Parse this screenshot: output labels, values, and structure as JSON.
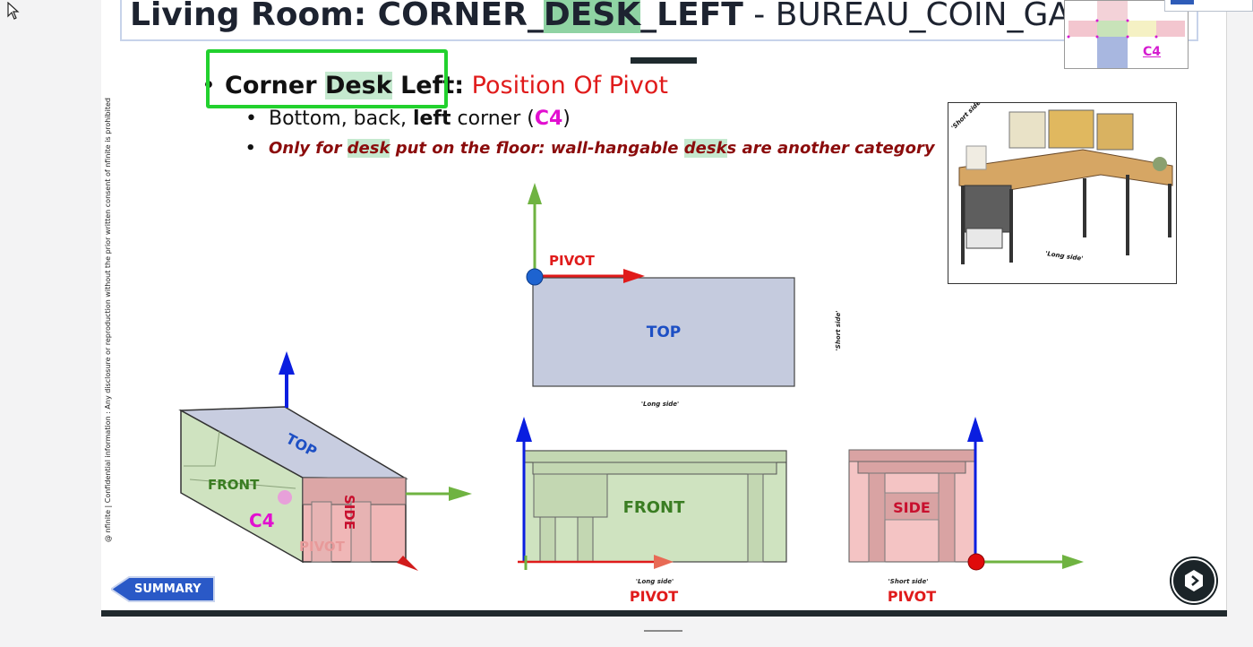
{
  "title": {
    "prefix": "Living Room: CORNER_",
    "highlight": "DESK",
    "suffix": "_LEFT",
    "separator": " - ",
    "french": "BUREAU_COIN_GAUCHE"
  },
  "bullets": {
    "b1_corner": "Corner ",
    "b1_desk": "Desk",
    "b1_left": " Left:",
    "b1_red": " Position Of Pivot",
    "b2_a": "Bottom, back, ",
    "b2_bold": "left",
    "b2_b": " corner (",
    "b2_c4": "C4",
    "b2_close": ")",
    "b3_a": "Only for ",
    "b3_desk1": "desk",
    "b3_b": " put on the floor: wall-hangable ",
    "b3_desk2": "desk",
    "b3_c": "s are another category"
  },
  "side_note": "@ nfinite | Confidential information : Any disclosure or reproduction without the prior written consent of nfinite is prohibited",
  "thumbnail": {
    "label": "C4"
  },
  "diagram": {
    "pivot_top": "PIVOT",
    "top": "TOP",
    "long_side": "'Long side'",
    "short_side": "'Short side'",
    "iso_top": "TOP",
    "iso_front": "FRONT",
    "iso_side": "SIDE",
    "iso_c4": "C4",
    "iso_pivot": "PIVOT",
    "front": "FRONT",
    "front_long_side": "'Long side'",
    "front_pivot": "PIVOT",
    "side": "SIDE",
    "side_short_side": "'Short side'",
    "side_pivot": "PIVOT"
  },
  "photo": {
    "short_side": "'Short side'",
    "long_side": "'Long side'"
  },
  "nav": {
    "summary": "SUMMARY"
  },
  "colors": {
    "accent_green": "#22d12e",
    "pivot_red": "#e01b1b",
    "magenta": "#e20fd0",
    "highlight": "#8fd3a3"
  }
}
